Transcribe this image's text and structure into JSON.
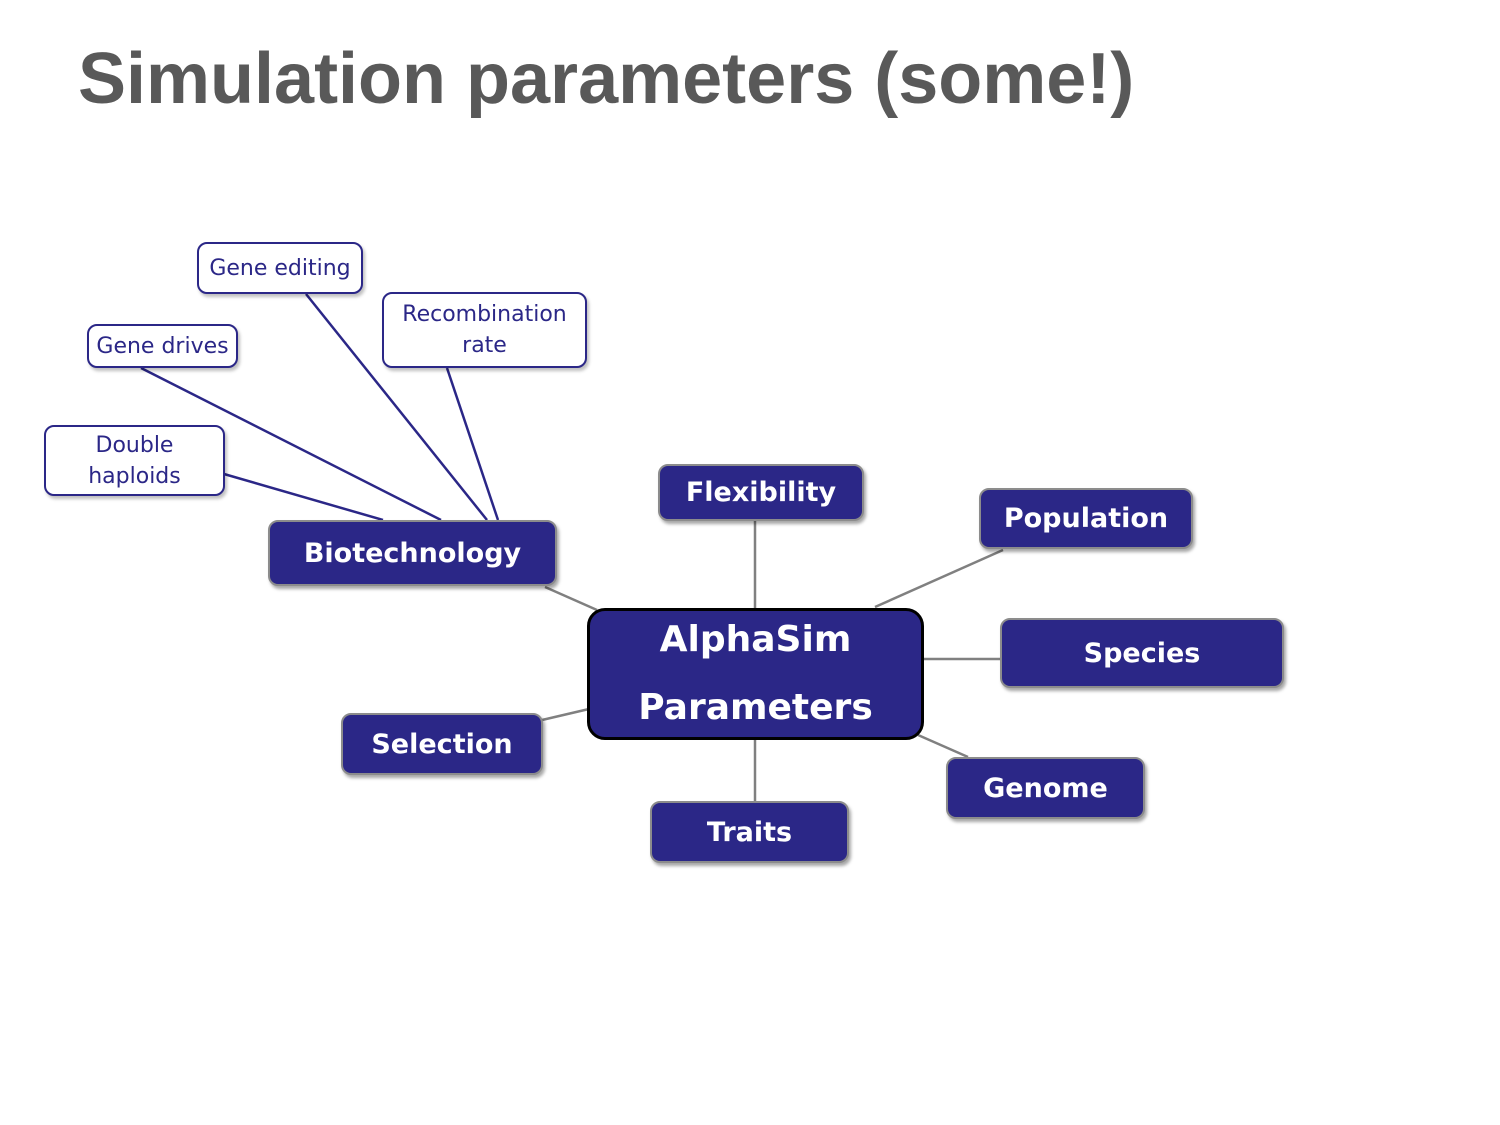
{
  "title": "Simulation parameters (some!)",
  "center": {
    "line1": "AlphaSim",
    "line2": "Parameters"
  },
  "branches": {
    "flexibility": "Flexibility",
    "population": "Population",
    "species": "Species",
    "genome": "Genome",
    "traits": "Traits",
    "selection": "Selection",
    "biotechnology": "Biotechnology"
  },
  "biotech_children": {
    "gene_editing": "Gene editing",
    "recombination_rate": {
      "line1": "Recombination",
      "line2": "rate"
    },
    "gene_drives": "Gene drives",
    "double_haploids": {
      "line1": "Double",
      "line2": "haploids"
    }
  },
  "colors": {
    "node_fill": "#2b2787",
    "title_text": "#595959",
    "connector_gray": "#808080",
    "connector_navy": "#2b2787"
  }
}
